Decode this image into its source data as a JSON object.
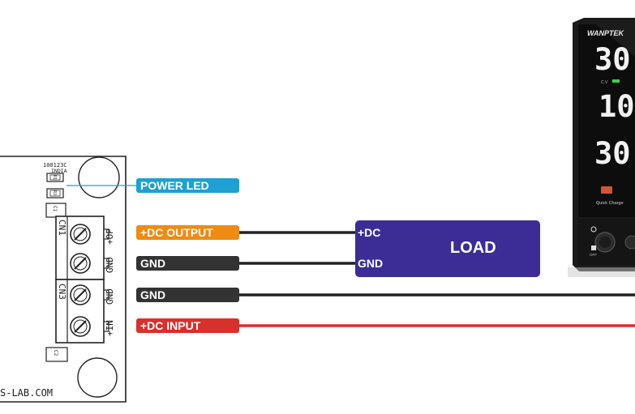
{
  "board": {
    "code": "100123C",
    "origin": "INDIA",
    "website": "S-LAB.COM",
    "connector_top": "CN1",
    "connector_bottom": "CN3",
    "pin_op": "+OP",
    "pin_gnd_top": "GND",
    "pin_gnd_bottom": "GND",
    "pin_in": "+IN",
    "r1": "R1",
    "r3": "R3",
    "c1": "C1",
    "c2": "C2"
  },
  "labels": {
    "power_led": "POWER LED",
    "dc_output": "+DC OUTPUT",
    "gnd_top": "GND",
    "gnd_bottom": "GND",
    "dc_input": "+DC INPUT"
  },
  "load": {
    "title": "LOAD",
    "pin_dc": "+DC",
    "pin_gnd": "GND"
  },
  "psu": {
    "brand": "WANPTEK",
    "display_voltage": "30.",
    "display_current": "10.",
    "display_power": "30",
    "cv_label": "C.V",
    "usb_label": "Quick Charge",
    "power_label": "OFF"
  },
  "colors": {
    "power_led": "#1ea0d2",
    "dc_output": "#ef8a12",
    "gnd": "#333333",
    "dc_input": "#d7312b",
    "load": "#3c2d96"
  }
}
